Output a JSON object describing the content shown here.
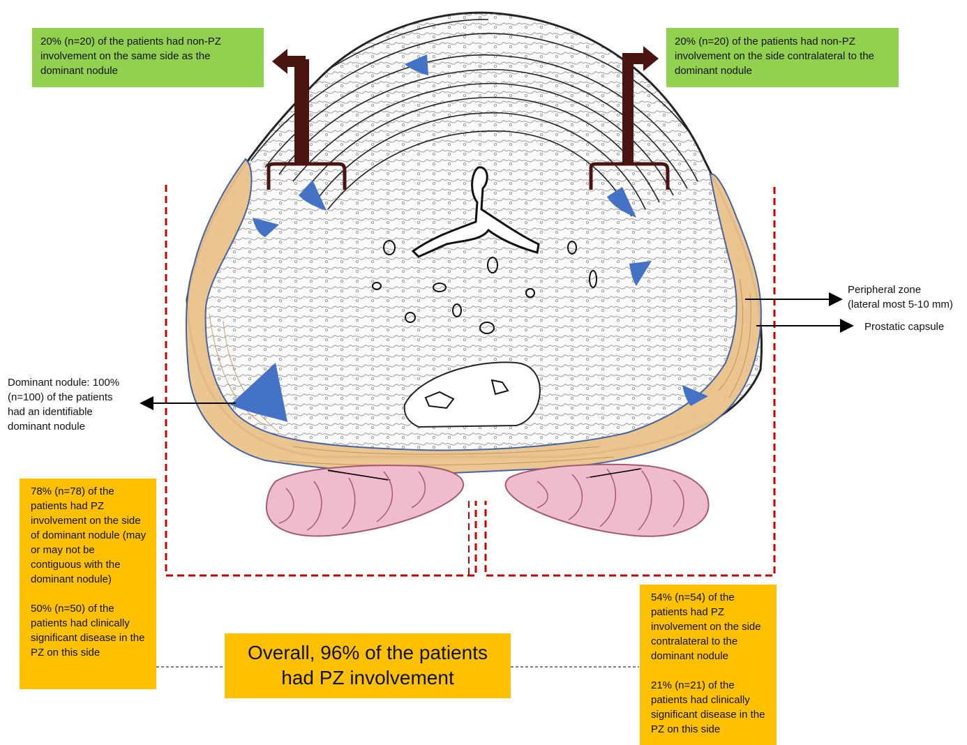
{
  "callouts": {
    "top_left": "20% (n=20) of the patients had non-PZ involvement on the same side as the dominant nodule",
    "top_right": "20% (n=20) of the patients had non-PZ involvement on the side contralateral to the dominant nodule",
    "peripheral_zone_line1": "Peripheral zone",
    "peripheral_zone_line2": "(lateral most 5-10 mm)",
    "prostatic_capsule": "Prostatic capsule",
    "dominant_nodule_lines": [
      "Dominant nodule: 100%",
      "(n=100) of the patients",
      "had an identifiable",
      "dominant nodule"
    ],
    "left_side_pz": "78% (n=78) of the patients had PZ involvement on the side of dominant nodule (may or may not be contiguous with the dominant nodule)",
    "left_side_cs": "50% (n=50) of the patients had clinically significant disease in the PZ on this side",
    "right_side_pz": "54% (n=54) of the patients had PZ involvement on the side contralateral to the dominant nodule",
    "right_side_cs": "21% (n=21) of the patients had clinically significant disease in the PZ on this side",
    "overall_line1": "Overall, 96% of the patients",
    "overall_line2": "had PZ involvement"
  },
  "colors": {
    "green_box": "#92d050",
    "orange_box": "#ffc000",
    "nodule_blue": "#4472c4",
    "peripheral_zone": "#ebc38b",
    "bracket_arrow": "#4a1410",
    "dashed_line": "#c00000"
  }
}
